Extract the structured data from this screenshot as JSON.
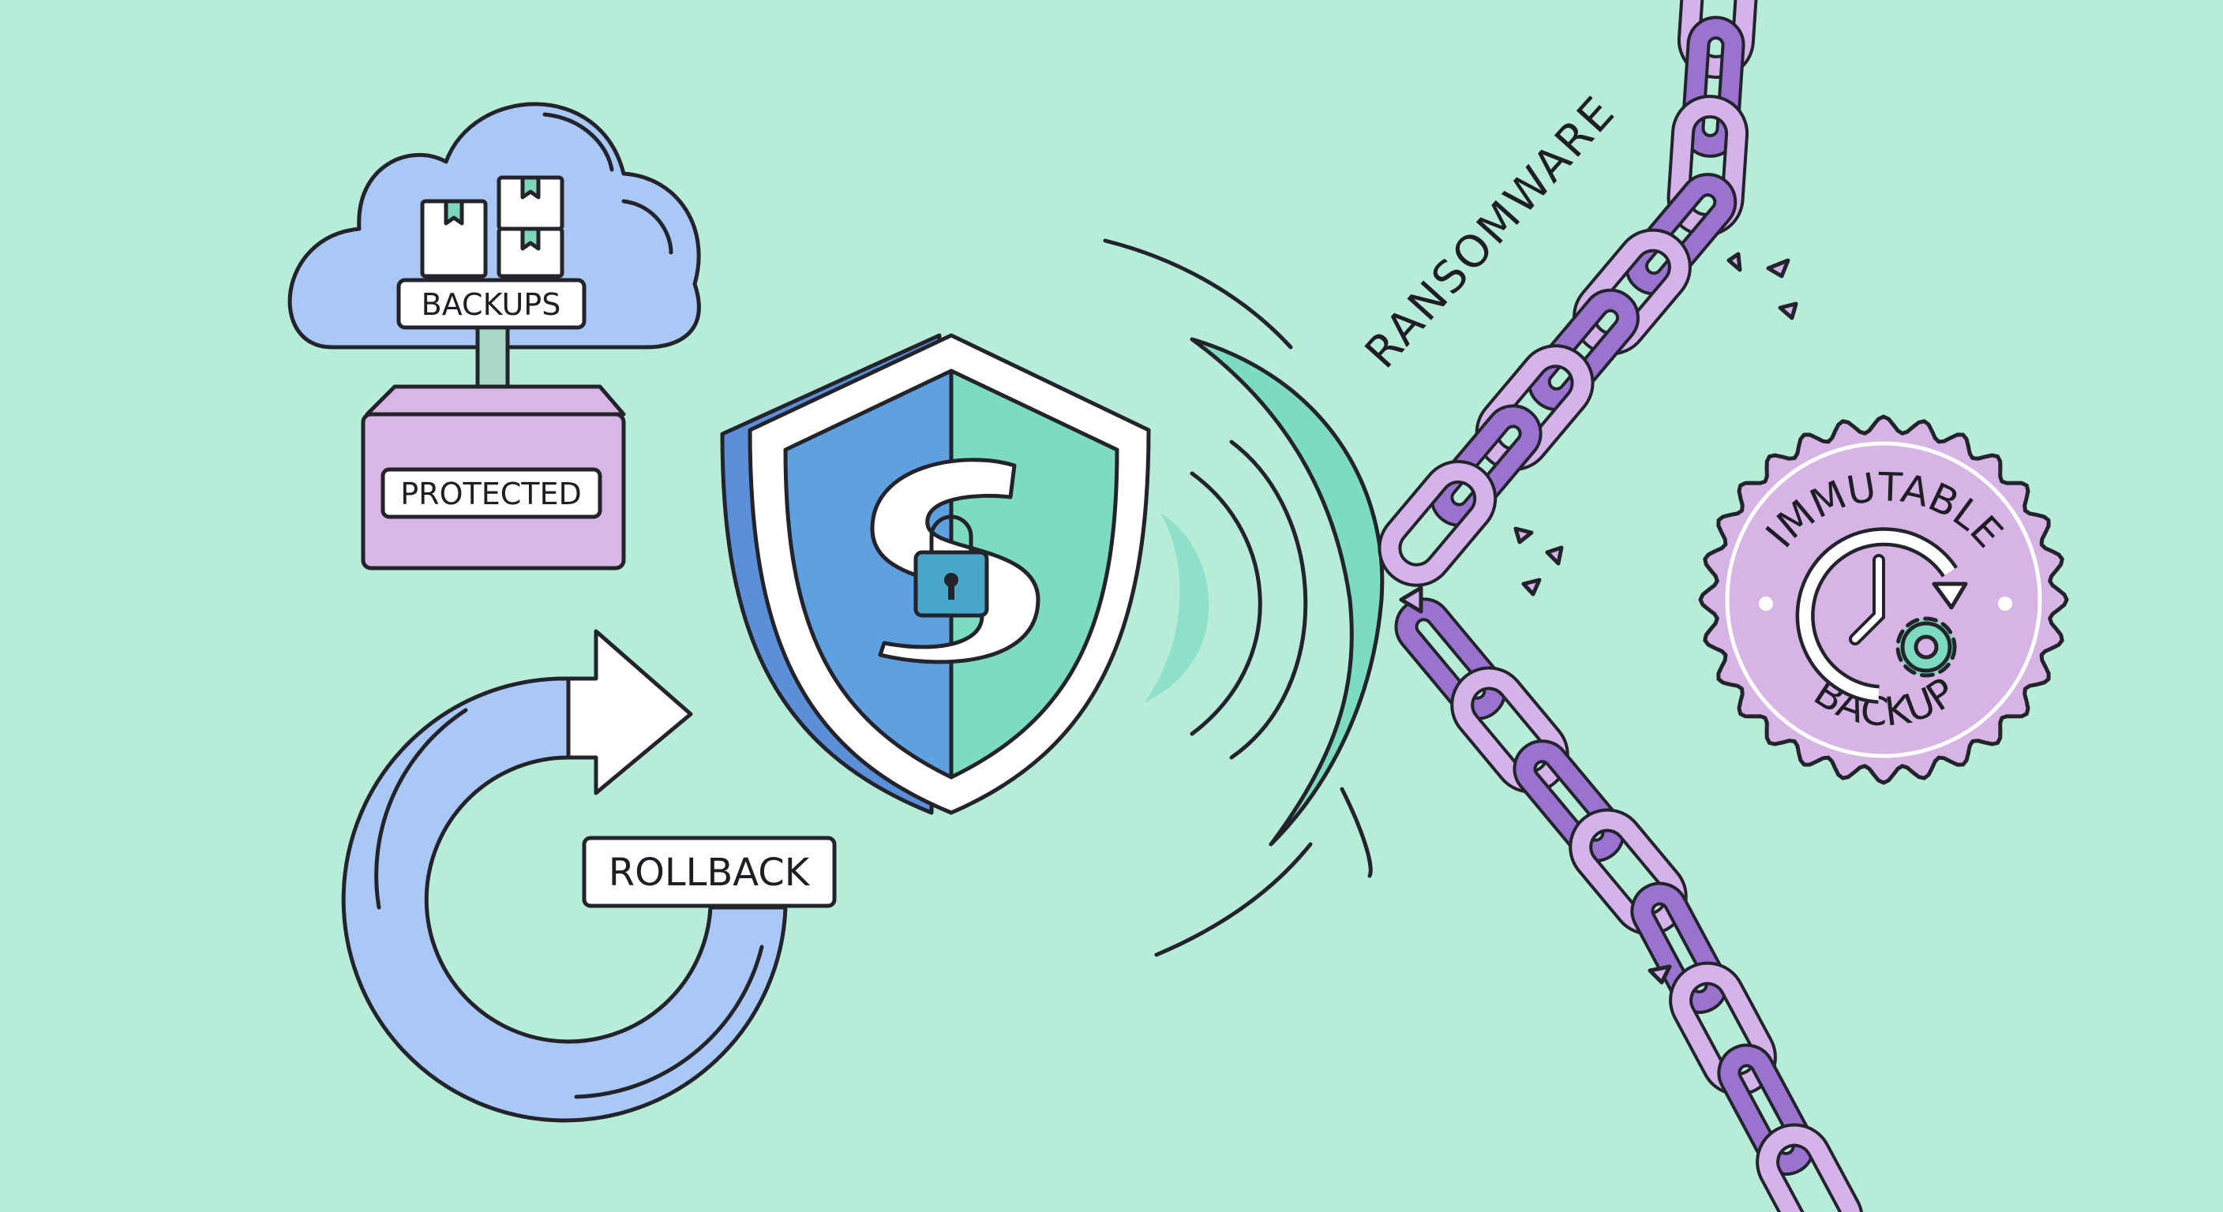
{
  "labels": {
    "backups": "BACKUPS",
    "protected": "PROTECTED",
    "rollback": "ROLLBACK",
    "ransomware": "RANSOMWARE",
    "badge_top": "IMMUTABLE",
    "badge_bottom": "BACKUP"
  },
  "icons": {
    "cloud": "cloud-icon",
    "box": "package-icon",
    "arrow": "arrow-down-icon",
    "vault": "storage-box-icon",
    "rollback": "circular-arrow-icon",
    "shield": "shield-lock-icon",
    "chain": "broken-chain-icon",
    "badge": "seal-badge-icon",
    "clock": "clock-icon",
    "gear": "gear-icon"
  },
  "colors": {
    "background": "#b7ecd8",
    "cloud": "#a9c8f5",
    "vault": "#d8b6e6",
    "shield_blue": "#5fa0e0",
    "shield_green": "#7ddcc0",
    "chain_dark": "#9a72cf",
    "chain_light": "#d4b3ea",
    "badge": "#d6b4e6",
    "ink": "#23232b"
  }
}
